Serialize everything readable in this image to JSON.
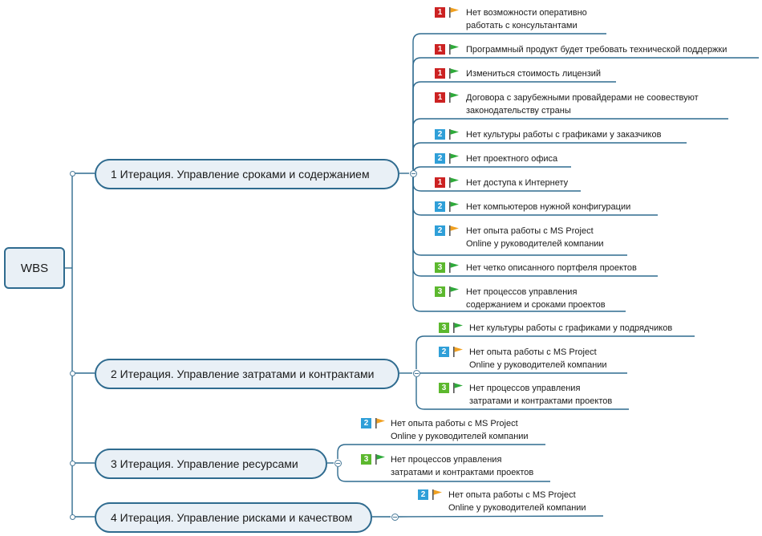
{
  "root": {
    "label": "WBS"
  },
  "colors": {
    "line": "#2f6b8f",
    "node_fill": "#e9f0f6",
    "prio_1": "#cc2222",
    "prio_2": "#2f9fd8",
    "prio_3": "#5cb82e",
    "flag_green": "#2eaa3a",
    "flag_orange": "#f0a020"
  },
  "branches": [
    {
      "label": "1 Итерация. Управление сроками и содержанием",
      "items": [
        {
          "priority": "1",
          "flag": "orange",
          "lines": [
            "Нет возможности оперативно",
            "работать с консультантами"
          ]
        },
        {
          "priority": "1",
          "flag": "green",
          "lines": [
            "Программный продукт будет требовать технической поддержки"
          ]
        },
        {
          "priority": "1",
          "flag": "green",
          "lines": [
            "Измениться стоимость лицензий"
          ]
        },
        {
          "priority": "1",
          "flag": "green",
          "lines": [
            "Договора с зарубежными провайдерами не соовествуют",
            "законодательству страны"
          ]
        },
        {
          "priority": "2",
          "flag": "green",
          "lines": [
            "Нет культуры работы с графиками у заказчиков"
          ]
        },
        {
          "priority": "2",
          "flag": "green",
          "lines": [
            "Нет проектного офиса"
          ]
        },
        {
          "priority": "1",
          "flag": "green",
          "lines": [
            "Нет доступа к Интернету"
          ]
        },
        {
          "priority": "2",
          "flag": "green",
          "lines": [
            "Нет компьютеров нужной конфигурации"
          ]
        },
        {
          "priority": "2",
          "flag": "orange",
          "lines": [
            "Нет опыта работы с MS Project",
            "Online у руководителей компании"
          ]
        },
        {
          "priority": "3",
          "flag": "green",
          "lines": [
            "Нет четко описанного портфеля проектов"
          ]
        },
        {
          "priority": "3",
          "flag": "green",
          "lines": [
            "Нет процессов управления",
            "содержанием и сроками проектов"
          ]
        }
      ]
    },
    {
      "label": "2 Итерация. Управление затратами и контрактами",
      "items": [
        {
          "priority": "3",
          "flag": "green",
          "lines": [
            "Нет культуры работы с графиками у подрядчиков"
          ]
        },
        {
          "priority": "2",
          "flag": "orange",
          "lines": [
            "Нет опыта работы с MS Project",
            "Online у руководителей компании"
          ]
        },
        {
          "priority": "3",
          "flag": "green",
          "lines": [
            "Нет процессов управления",
            "затратами и контрактами проектов"
          ]
        }
      ]
    },
    {
      "label": "3 Итерация. Управление ресурсами",
      "items": [
        {
          "priority": "2",
          "flag": "orange",
          "lines": [
            "Нет опыта работы с MS Project",
            "Online у руководителей компании"
          ]
        },
        {
          "priority": "3",
          "flag": "green",
          "lines": [
            "Нет процессов управления",
            "затратами и контрактами проектов"
          ]
        }
      ]
    },
    {
      "label": "4 Итерация. Управление рисками и качеством",
      "items": [
        {
          "priority": "2",
          "flag": "orange",
          "lines": [
            "Нет опыта работы с MS Project",
            "Online у руководителей компании"
          ]
        }
      ]
    }
  ]
}
